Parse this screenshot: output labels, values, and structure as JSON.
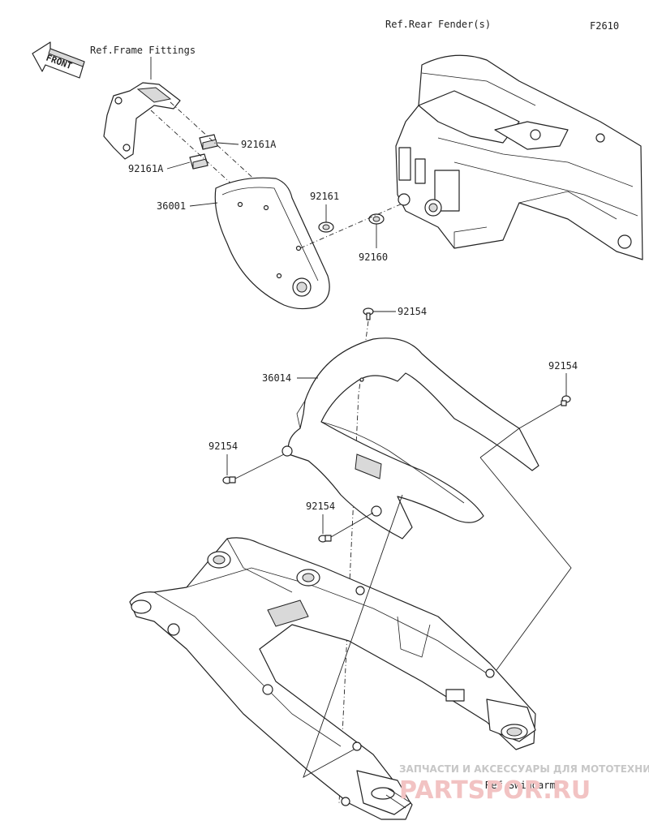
{
  "diagram": {
    "code": "F2610",
    "references": {
      "frame_fittings": "Ref.Frame Fittings",
      "rear_fender": "Ref.Rear Fender(s)",
      "swingarm": "Ref.Swingarm"
    },
    "direction": "FRONT",
    "callouts": [
      {
        "id": "92161A-upper",
        "text": "92161A"
      },
      {
        "id": "92161A-lower",
        "text": "92161A"
      },
      {
        "id": "36001",
        "text": "36001"
      },
      {
        "id": "92161",
        "text": "92161"
      },
      {
        "id": "92160",
        "text": "92160"
      },
      {
        "id": "92154-top",
        "text": "92154"
      },
      {
        "id": "36014",
        "text": "36014"
      },
      {
        "id": "92154-right",
        "text": "92154"
      },
      {
        "id": "92154-left",
        "text": "92154"
      },
      {
        "id": "92154-lower",
        "text": "92154"
      }
    ]
  },
  "watermark": {
    "tagline": "ЗАПЧАСТИ И АКСЕССУАРЫ ДЛЯ МОТОТЕХНИКИ",
    "brand": "PARTSPOR.RU"
  }
}
